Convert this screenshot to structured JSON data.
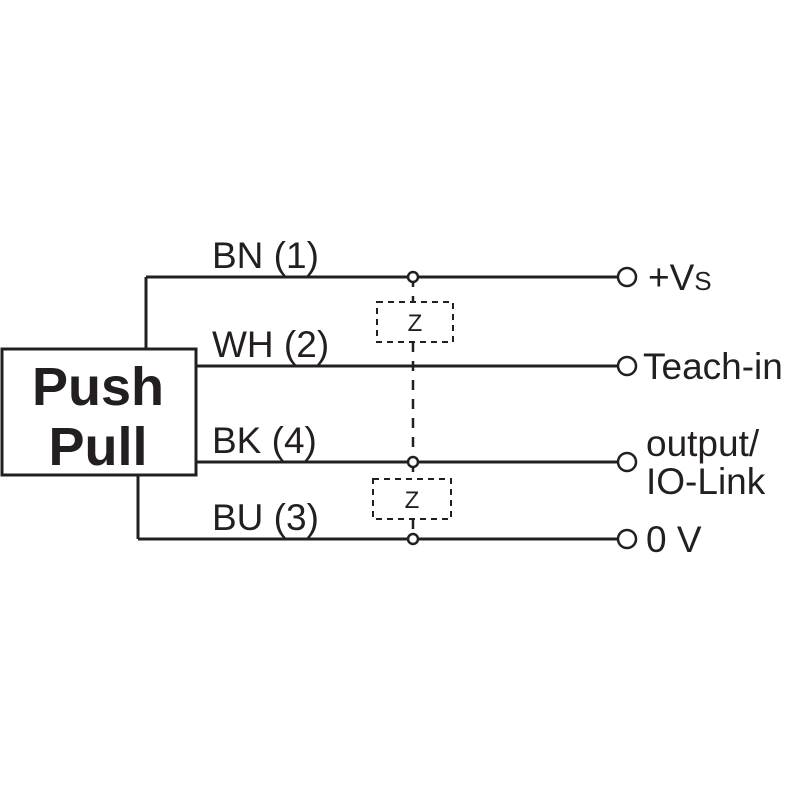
{
  "block": {
    "line1": "Push",
    "line2": "Pull"
  },
  "wires": [
    {
      "label": "BN (1)"
    },
    {
      "label": "WH (2)"
    },
    {
      "label": "BK (4)"
    },
    {
      "label": "BU (3)"
    }
  ],
  "terminals": {
    "vs_main": "+V",
    "vs_sub": "S",
    "teach": "Teach-in",
    "output_line1": "output/",
    "output_line2": "IO-Link",
    "zero": "0 V"
  },
  "load": {
    "top": "Z",
    "bottom": "Z"
  },
  "colors": {
    "ink": "#231f20",
    "background": "#ffffff"
  }
}
